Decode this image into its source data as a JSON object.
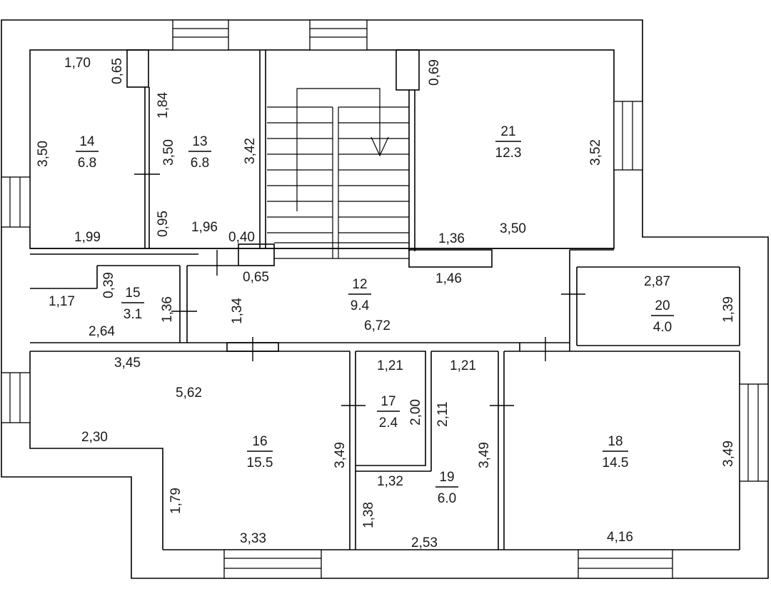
{
  "rooms": [
    {
      "id": "r14",
      "number": "14",
      "area": "6.8"
    },
    {
      "id": "r13",
      "number": "13",
      "area": "6.8"
    },
    {
      "id": "r21",
      "number": "21",
      "area": "12.3"
    },
    {
      "id": "r15",
      "number": "15",
      "area": "3.1"
    },
    {
      "id": "r12",
      "number": "12",
      "area": "9.4"
    },
    {
      "id": "r20",
      "number": "20",
      "area": "4.0"
    },
    {
      "id": "r17",
      "number": "17",
      "area": "2.4"
    },
    {
      "id": "r16",
      "number": "16",
      "area": "15.5"
    },
    {
      "id": "r19",
      "number": "19",
      "area": "6.0"
    },
    {
      "id": "r18",
      "number": "18",
      "area": "14.5"
    }
  ],
  "dimensions": {
    "d_1_70": "1,70",
    "d_0_65_top": "0,65",
    "d_1_84": "1,84",
    "d_3_50_left": "3,50",
    "d_3_50_mid": "3,50",
    "d_3_42": "3,42",
    "d_0_95": "0,95",
    "d_1_99": "1,99",
    "d_1_96": "1,96",
    "d_0_40": "0,40",
    "d_0_65_mid": "0,65",
    "d_0_69": "0,69",
    "d_3_52": "3,52",
    "d_1_36_top": "1,36",
    "d_3_50_right": "3,50",
    "d_1_46": "1,46",
    "d_0_39": "0,39",
    "d_1_17": "1,17",
    "d_1_36_left": "1,36",
    "d_1_34": "1,34",
    "d_2_64": "2,64",
    "d_6_72": "6,72",
    "d_2_87": "2,87",
    "d_1_39": "1,39",
    "d_3_45": "3,45",
    "d_1_21_a": "1,21",
    "d_1_21_b": "1,21",
    "d_5_62": "5,62",
    "d_2_00": "2,00",
    "d_2_11": "2,11",
    "d_2_30": "2,30",
    "d_3_49_a": "3,49",
    "d_3_49_b": "3,49",
    "d_3_49_c": "3,49",
    "d_1_32": "1,32",
    "d_1_79": "1,79",
    "d_1_38": "1,38",
    "d_3_33": "3,33",
    "d_2_53": "2,53",
    "d_4_16": "4,16"
  }
}
